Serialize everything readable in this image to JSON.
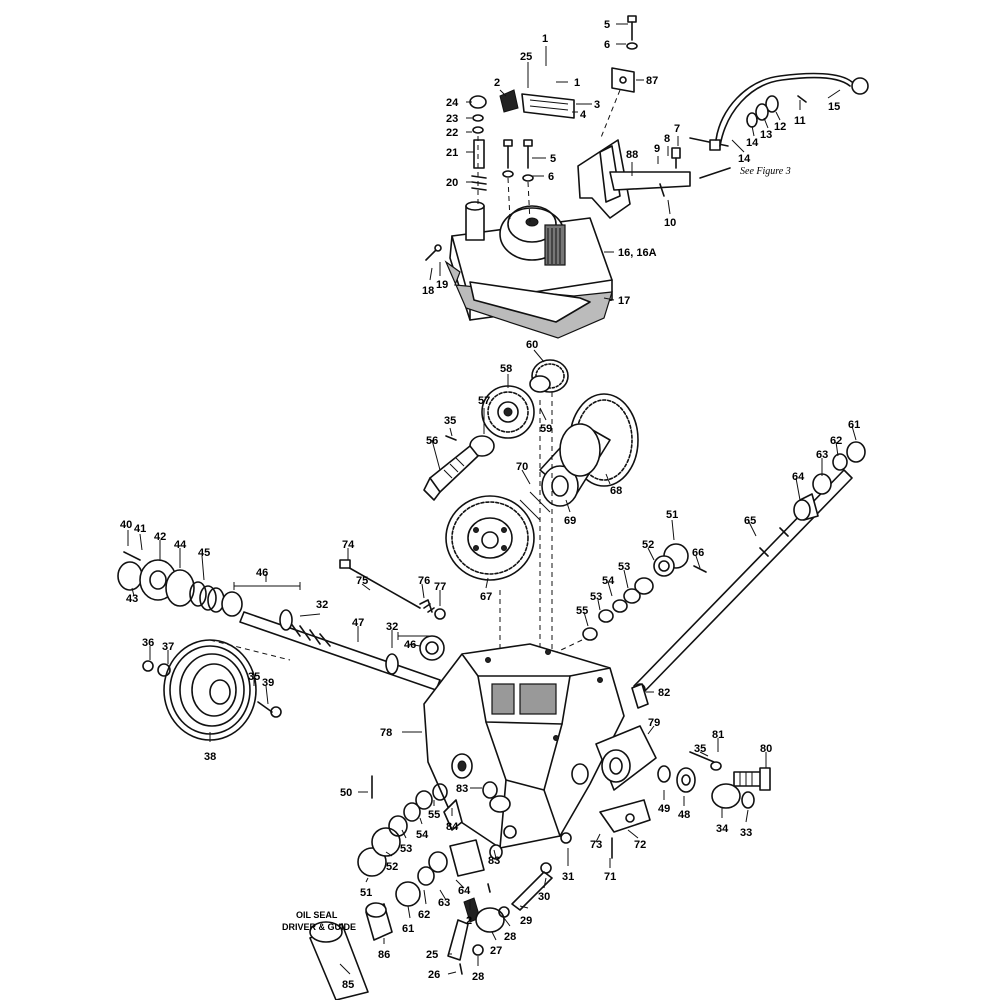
{
  "diagram": {
    "notes": {
      "see_figure": "See Figure 3",
      "oil_seal_line1": "OIL SEAL",
      "oil_seal_line2": "DRIVER & GUIDE"
    },
    "callouts": [
      {
        "id": "c5a",
        "text": "5"
      },
      {
        "id": "c6a",
        "text": "6"
      },
      {
        "id": "c1a",
        "text": "1"
      },
      {
        "id": "c25a",
        "text": "25"
      },
      {
        "id": "c1b",
        "text": "1"
      },
      {
        "id": "c87",
        "text": "87"
      },
      {
        "id": "c2a",
        "text": "2"
      },
      {
        "id": "c3",
        "text": "3"
      },
      {
        "id": "c4",
        "text": "4"
      },
      {
        "id": "c24",
        "text": "24"
      },
      {
        "id": "c23",
        "text": "23"
      },
      {
        "id": "c22",
        "text": "22"
      },
      {
        "id": "c21",
        "text": "21"
      },
      {
        "id": "c5b",
        "text": "5"
      },
      {
        "id": "c6b",
        "text": "6"
      },
      {
        "id": "c20",
        "text": "20"
      },
      {
        "id": "c7",
        "text": "7"
      },
      {
        "id": "c8",
        "text": "8"
      },
      {
        "id": "c9",
        "text": "9"
      },
      {
        "id": "c88",
        "text": "88"
      },
      {
        "id": "c10",
        "text": "10"
      },
      {
        "id": "c11",
        "text": "11"
      },
      {
        "id": "c12",
        "text": "12"
      },
      {
        "id": "c13",
        "text": "13"
      },
      {
        "id": "c14a",
        "text": "14"
      },
      {
        "id": "c14b",
        "text": "14"
      },
      {
        "id": "c15",
        "text": "15"
      },
      {
        "id": "c16",
        "text": "16, 16A"
      },
      {
        "id": "c17",
        "text": "17"
      },
      {
        "id": "c18",
        "text": "18"
      },
      {
        "id": "c19",
        "text": "19"
      },
      {
        "id": "c60",
        "text": "60"
      },
      {
        "id": "c58",
        "text": "58"
      },
      {
        "id": "c59",
        "text": "59"
      },
      {
        "id": "c57",
        "text": "57"
      },
      {
        "id": "c35a",
        "text": "35"
      },
      {
        "id": "c56",
        "text": "56"
      },
      {
        "id": "c70",
        "text": "70"
      },
      {
        "id": "c68",
        "text": "68"
      },
      {
        "id": "c69",
        "text": "69"
      },
      {
        "id": "c61",
        "text": "61"
      },
      {
        "id": "c62",
        "text": "62"
      },
      {
        "id": "c63a",
        "text": "63"
      },
      {
        "id": "c64a",
        "text": "64"
      },
      {
        "id": "c65",
        "text": "65"
      },
      {
        "id": "c40",
        "text": "40"
      },
      {
        "id": "c41",
        "text": "41"
      },
      {
        "id": "c42",
        "text": "42"
      },
      {
        "id": "c44",
        "text": "44"
      },
      {
        "id": "c45",
        "text": "45"
      },
      {
        "id": "c43",
        "text": "43"
      },
      {
        "id": "c46a",
        "text": "46"
      },
      {
        "id": "c74",
        "text": "74"
      },
      {
        "id": "c75",
        "text": "75"
      },
      {
        "id": "c76",
        "text": "76"
      },
      {
        "id": "c77",
        "text": "77"
      },
      {
        "id": "c67",
        "text": "67"
      },
      {
        "id": "c51a",
        "text": "51"
      },
      {
        "id": "c52a",
        "text": "52"
      },
      {
        "id": "c66",
        "text": "66"
      },
      {
        "id": "c53a",
        "text": "53"
      },
      {
        "id": "c54a",
        "text": "54"
      },
      {
        "id": "c53b",
        "text": "53"
      },
      {
        "id": "c55a",
        "text": "55"
      },
      {
        "id": "c32a",
        "text": "32"
      },
      {
        "id": "c47",
        "text": "47"
      },
      {
        "id": "c32b",
        "text": "32"
      },
      {
        "id": "c46b",
        "text": "46"
      },
      {
        "id": "c36",
        "text": "36"
      },
      {
        "id": "c37",
        "text": "37"
      },
      {
        "id": "c35b",
        "text": "35"
      },
      {
        "id": "c39",
        "text": "39"
      },
      {
        "id": "c38",
        "text": "38"
      },
      {
        "id": "c82",
        "text": "82"
      },
      {
        "id": "c78",
        "text": "78"
      },
      {
        "id": "c79",
        "text": "79"
      },
      {
        "id": "c81",
        "text": "81"
      },
      {
        "id": "c35c",
        "text": "35"
      },
      {
        "id": "c80",
        "text": "80"
      },
      {
        "id": "c50",
        "text": "50"
      },
      {
        "id": "c83a",
        "text": "83"
      },
      {
        "id": "c55b",
        "text": "55"
      },
      {
        "id": "c84",
        "text": "84"
      },
      {
        "id": "c49",
        "text": "49"
      },
      {
        "id": "c48",
        "text": "48"
      },
      {
        "id": "c34",
        "text": "34"
      },
      {
        "id": "c33",
        "text": "33"
      },
      {
        "id": "c53c",
        "text": "53"
      },
      {
        "id": "c54b",
        "text": "54"
      },
      {
        "id": "c73",
        "text": "73"
      },
      {
        "id": "c72",
        "text": "72"
      },
      {
        "id": "c52b",
        "text": "52"
      },
      {
        "id": "c83b",
        "text": "83"
      },
      {
        "id": "c31",
        "text": "31"
      },
      {
        "id": "c71",
        "text": "71"
      },
      {
        "id": "c51b",
        "text": "51"
      },
      {
        "id": "c64b",
        "text": "64"
      },
      {
        "id": "c63b",
        "text": "63"
      },
      {
        "id": "c30",
        "text": "30"
      },
      {
        "id": "c62b",
        "text": "62"
      },
      {
        "id": "c61b",
        "text": "61"
      },
      {
        "id": "c29",
        "text": "29"
      },
      {
        "id": "c2b",
        "text": "2"
      },
      {
        "id": "c86",
        "text": "86"
      },
      {
        "id": "c25b",
        "text": "25"
      },
      {
        "id": "c27",
        "text": "27"
      },
      {
        "id": "c28a",
        "text": "28"
      },
      {
        "id": "c26",
        "text": "26"
      },
      {
        "id": "c28b",
        "text": "28"
      },
      {
        "id": "c85",
        "text": "85"
      }
    ]
  }
}
